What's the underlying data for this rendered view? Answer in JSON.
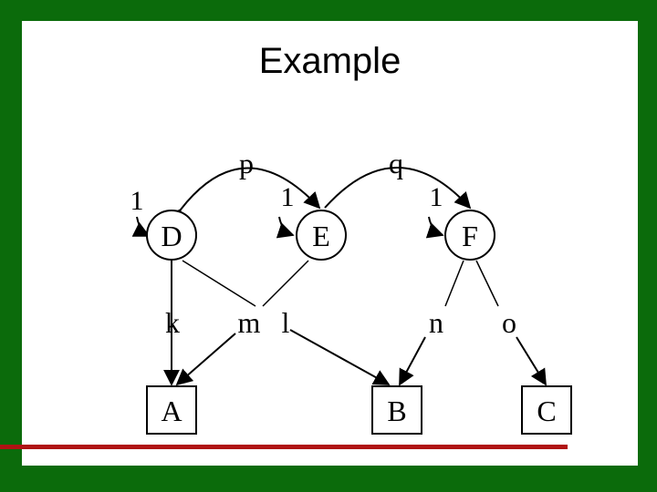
{
  "title": "Example",
  "colors": {
    "frame": "#0b6b0b",
    "background": "#ffffff",
    "accent_rule": "#b01313",
    "ink": "#000000"
  },
  "nodes": {
    "D": "D",
    "E": "E",
    "F": "F",
    "A": "A",
    "B": "B",
    "C": "C"
  },
  "edge_labels": {
    "p": "p",
    "q": "q",
    "self_d": "1",
    "self_e": "1",
    "self_f": "1",
    "k": "k",
    "m": "m",
    "l": "l",
    "n": "n",
    "o": "o"
  }
}
